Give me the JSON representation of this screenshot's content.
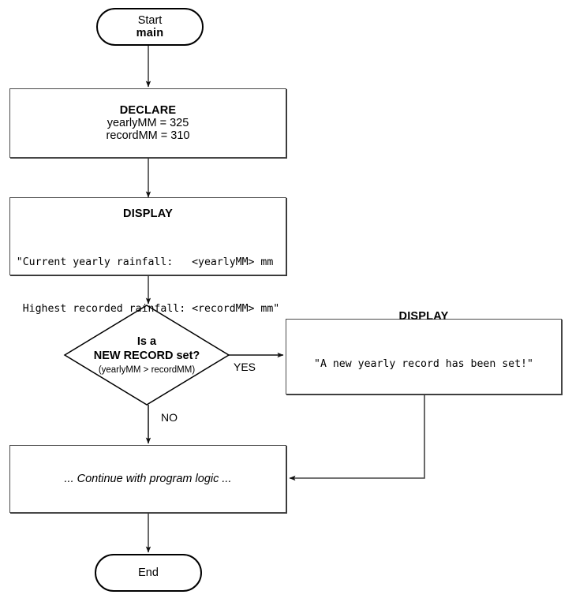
{
  "diagram": {
    "type": "flowchart",
    "title": "Rainfall record check flowchart",
    "nodes": [
      {
        "id": "start",
        "shape": "terminal",
        "lines": [
          "Start",
          "main"
        ]
      },
      {
        "id": "declare",
        "shape": "process",
        "heading": "DECLARE",
        "lines": [
          "yearlyMM = 325",
          "recordMM = 310"
        ]
      },
      {
        "id": "display-rainfall",
        "shape": "process",
        "heading": "DISPLAY",
        "code_line_1": "\"Current yearly rainfall:   <yearlyMM> mm",
        "code_line_2": " Highest recorded rainfall: <recordMM> mm\""
      },
      {
        "id": "decision",
        "shape": "decision",
        "line_1": "Is a",
        "line_2": "NEW RECORD set?",
        "condition": "(yearlyMM > recordMM)"
      },
      {
        "id": "display-record",
        "shape": "process",
        "heading": "DISPLAY",
        "code_line_1": "\"A new yearly record has been set!\""
      },
      {
        "id": "continue",
        "shape": "process",
        "text": "... Continue with program logic ..."
      },
      {
        "id": "end",
        "shape": "terminal",
        "lines": [
          "End"
        ]
      }
    ],
    "edge_labels": {
      "yes": "YES",
      "no": "NO"
    },
    "colors": {
      "stroke": "#000000",
      "process_border": "#4a4a4a",
      "background": "#ffffff",
      "text": "#000000"
    }
  }
}
